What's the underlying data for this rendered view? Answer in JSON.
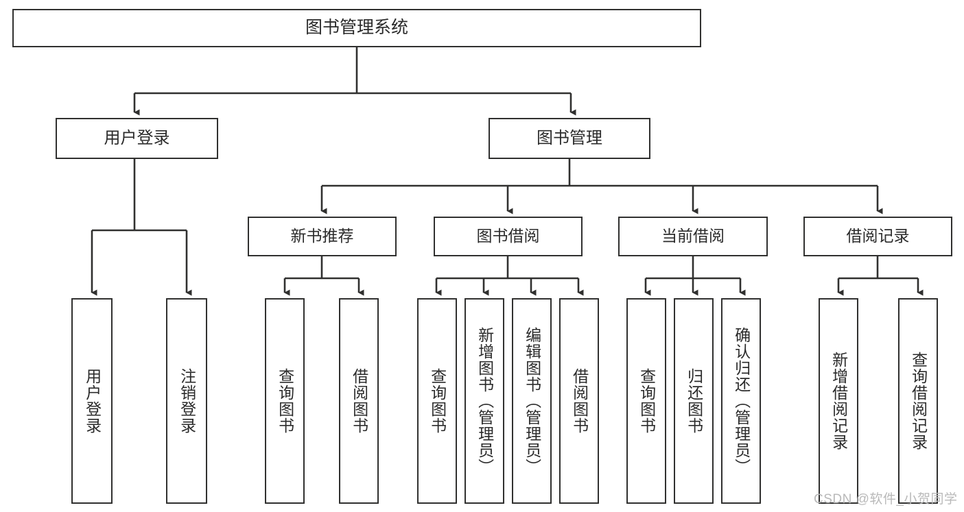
{
  "diagram": {
    "title": "图书管理系统",
    "type": "tree-hierarchy-chart",
    "root": {
      "id": "root",
      "label": "图书管理系统"
    },
    "level2": [
      {
        "id": "user-login",
        "label": "用户登录"
      },
      {
        "id": "book-management",
        "label": "图书管理"
      }
    ],
    "level3": [
      {
        "id": "new-book-recommend",
        "label": "新书推荐",
        "parent": "book-management"
      },
      {
        "id": "book-borrow",
        "label": "图书借阅",
        "parent": "book-management"
      },
      {
        "id": "current-borrow",
        "label": "当前借阅",
        "parent": "book-management"
      },
      {
        "id": "borrow-record",
        "label": "借阅记录",
        "parent": "book-management"
      }
    ],
    "leaves": [
      {
        "id": "leaf-user-login",
        "label": "用户登录",
        "parent": "user-login"
      },
      {
        "id": "leaf-logout-login",
        "label": "注销登录",
        "parent": "user-login"
      },
      {
        "id": "leaf-query-book-1",
        "label": "查询图书",
        "parent": "new-book-recommend"
      },
      {
        "id": "leaf-borrow-book-1",
        "label": "借阅图书",
        "parent": "new-book-recommend"
      },
      {
        "id": "leaf-query-book-2",
        "label": "查询图书",
        "parent": "book-borrow"
      },
      {
        "id": "leaf-add-book",
        "label": "新增图书（管理员）",
        "parent": "book-borrow"
      },
      {
        "id": "leaf-edit-book",
        "label": "编辑图书（管理员）",
        "parent": "book-borrow"
      },
      {
        "id": "leaf-borrow-book-2",
        "label": "借阅图书",
        "parent": "book-borrow"
      },
      {
        "id": "leaf-query-book-3",
        "label": "查询图书",
        "parent": "current-borrow"
      },
      {
        "id": "leaf-return-book",
        "label": "归还图书",
        "parent": "current-borrow"
      },
      {
        "id": "leaf-confirm-return",
        "label": "确认归还（管理员）",
        "parent": "current-borrow"
      },
      {
        "id": "leaf-add-borrow-record",
        "label": "新增借阅记录",
        "parent": "borrow-record"
      },
      {
        "id": "leaf-query-borrow-record",
        "label": "查询借阅记录",
        "parent": "borrow-record"
      }
    ]
  },
  "watermark": {
    "text": "CSDN @软件_小贺同学"
  },
  "colors": {
    "stroke": "#30302f",
    "box_fill": "#ffffff",
    "text": "#2b2b2b",
    "watermark": "#b9b9b9",
    "background": "#ffffff"
  }
}
